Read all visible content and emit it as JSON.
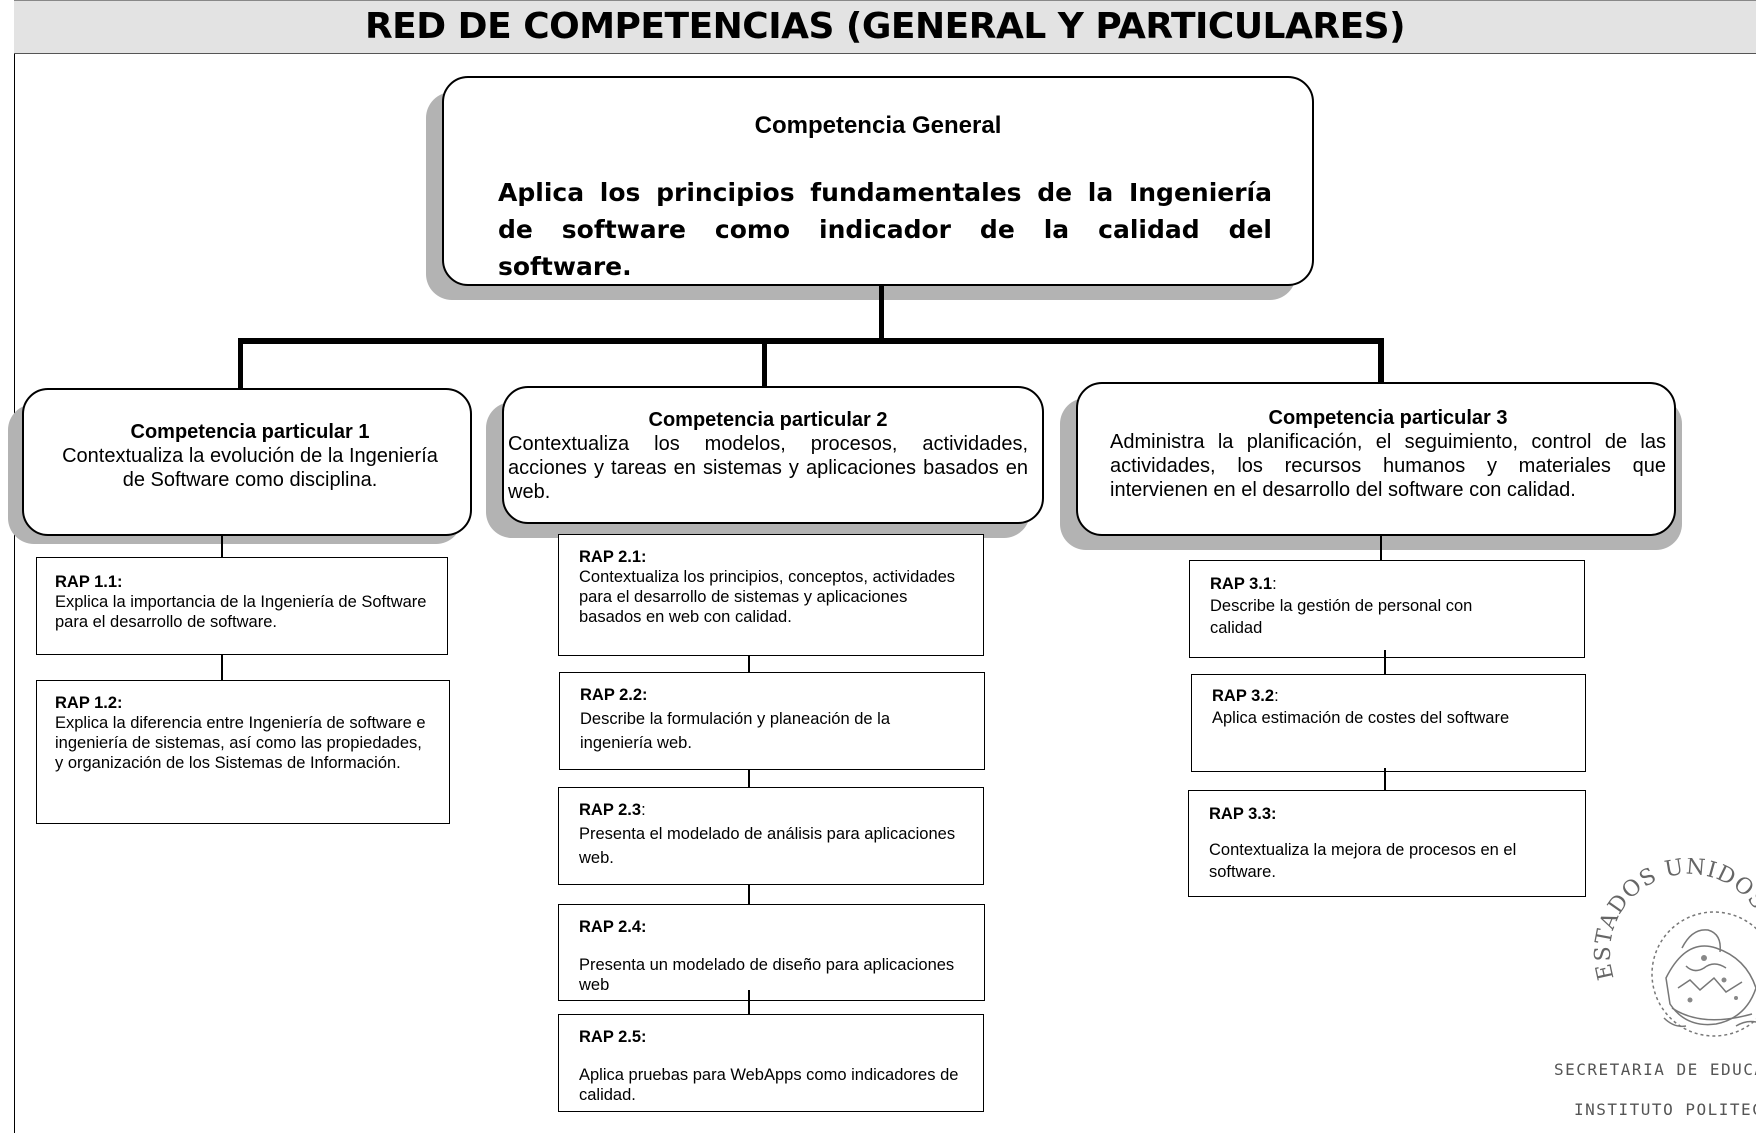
{
  "page": {
    "title": "RED DE COMPETENCIAS (GENERAL Y PARTICULARES)"
  },
  "general": {
    "heading": "Competencia General",
    "text": "Aplica los principios fundamentales de la Ingeniería de software como indicador de la calidad del software."
  },
  "particulares": [
    {
      "heading": "Competencia particular 1",
      "text": "Contextualiza la evolución de la Ingeniería de Software como disciplina."
    },
    {
      "heading": "Competencia particular 2",
      "text": "Contextualiza los modelos, procesos, actividades, acciones y tareas en sistemas y aplicaciones basados en web."
    },
    {
      "heading": "Competencia particular 3",
      "text": "Administra la planificación, el seguimiento, control de las actividades, los recursos humanos y materiales que intervienen en el desarrollo del software con calidad."
    }
  ],
  "raps": {
    "r11": {
      "title": "RAP 1.1:",
      "text": "Explica la importancia de la Ingeniería de Software para el desarrollo de software."
    },
    "r12": {
      "title": "RAP 1.2:",
      "text": "Explica la diferencia entre Ingeniería de software e ingeniería de sistemas, así como las propiedades, y organización de los Sistemas de Información."
    },
    "r21": {
      "title": "RAP 2.1:",
      "text": "Contextualiza los principios, conceptos, actividades para el desarrollo de sistemas y aplicaciones basados en web con calidad."
    },
    "r22": {
      "title": "RAP 2.2:",
      "text": "Describe la formulación y planeación de la ingeniería web."
    },
    "r23": {
      "title": "RAP 2.3",
      "suffix": ":",
      "text": "Presenta el modelado de análisis para aplicaciones web."
    },
    "r24": {
      "title": "RAP 2.4:",
      "text": "Presenta un modelado de diseño para aplicaciones web"
    },
    "r25": {
      "title": "RAP 2.5:",
      "text": "Aplica pruebas para WebApps como indicadores de calidad."
    },
    "r31": {
      "title": "RAP 3.1",
      "suffix": ":",
      "text": "Describe la gestión de personal con calidad"
    },
    "r32": {
      "title": "RAP 3.2",
      "suffix": ":",
      "text": "Aplica estimación de costes del software"
    },
    "r33": {
      "title": "RAP 3.3:",
      "text": "Contextualiza la mejora de procesos en el software."
    }
  },
  "seal": {
    "arc_text": "ESTADOS UNIDOS ME",
    "line1": "SECRETARIA DE EDUCAC",
    "line2": "INSTITUTO POLITECNIC"
  },
  "colors": {
    "title_bg": "#e3e3e3",
    "shadow": "#b3b3b3",
    "border": "#000000"
  }
}
